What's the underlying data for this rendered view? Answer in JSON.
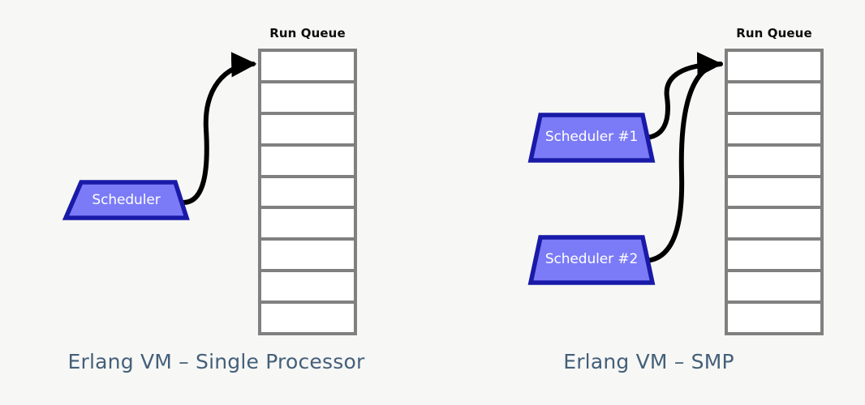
{
  "figure": {
    "background_color": "#f7f7f5",
    "panels": [
      {
        "id": "single-processor",
        "caption": "Erlang VM – Single Processor",
        "queue": {
          "label": "Run Queue",
          "cell_count": 9,
          "cells": [
            "",
            "",
            "",
            "",
            "",
            "",
            "",
            "",
            ""
          ],
          "border_color": "#808080",
          "cell_fill": "#ffffff"
        },
        "schedulers": [
          {
            "label": "Scheduler",
            "fill": "#7b7bf7",
            "stroke": "#1a1aa8",
            "text_color": "#ffffff"
          }
        ],
        "arrow_count": 1
      },
      {
        "id": "smp",
        "caption": "Erlang VM – SMP",
        "queue": {
          "label": "Run Queue",
          "cell_count": 9,
          "cells": [
            "",
            "",
            "",
            "",
            "",
            "",
            "",
            "",
            ""
          ],
          "border_color": "#808080",
          "cell_fill": "#ffffff"
        },
        "schedulers": [
          {
            "label": "Scheduler #1",
            "fill": "#7b7bf7",
            "stroke": "#1a1aa8",
            "text_color": "#ffffff"
          },
          {
            "label": "Scheduler #2",
            "fill": "#7b7bf7",
            "stroke": "#1a1aa8",
            "text_color": "#ffffff"
          }
        ],
        "arrow_count": 2
      }
    ],
    "colors": {
      "arrow": "#000000",
      "caption_text": "#44607a",
      "queue_label_text": "#0d0d0d",
      "scheduler_fill": "#7b7bf7",
      "scheduler_stroke": "#1a1aa8"
    }
  }
}
